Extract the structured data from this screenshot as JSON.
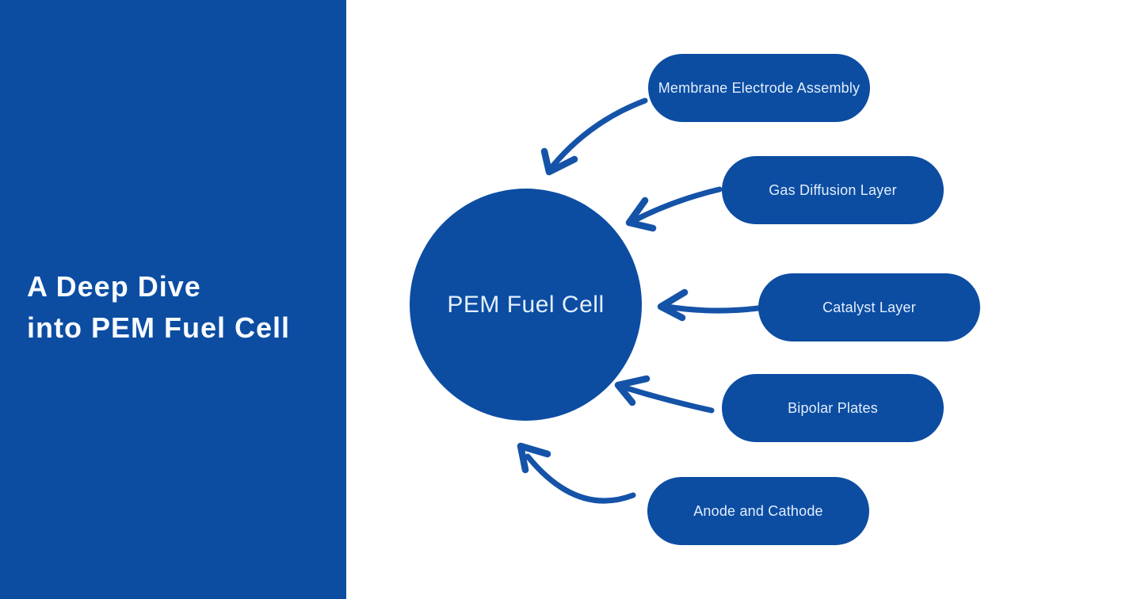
{
  "colors": {
    "primary_blue": "#0c4da2",
    "arrow_blue": "#1553a8",
    "node_text": "#e3eefb",
    "sidebar_text": "#f8fbff",
    "background": "#ffffff"
  },
  "sidebar": {
    "title_line1": "A Deep Dive",
    "title_line2": "into PEM Fuel Cell"
  },
  "diagram": {
    "center": {
      "label": "PEM Fuel Cell"
    },
    "nodes": [
      {
        "label": "Membrane Electrode Assembly"
      },
      {
        "label": "Gas Diffusion Layer"
      },
      {
        "label": "Catalyst Layer"
      },
      {
        "label": "Bipolar Plates"
      },
      {
        "label": "Anode and Cathode"
      }
    ]
  }
}
